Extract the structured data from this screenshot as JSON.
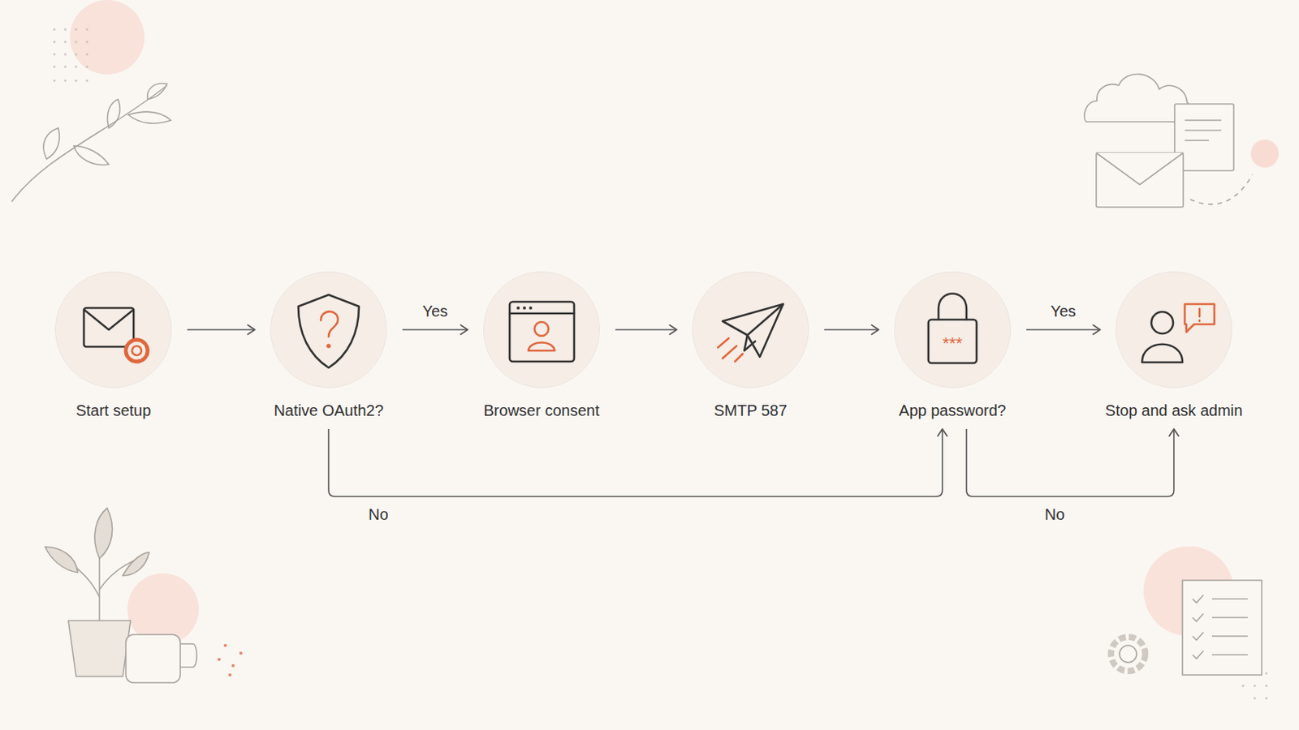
{
  "diagram": {
    "nodes": [
      {
        "text": [
          "Start setup"
        ]
      },
      {
        "text": [
          "Native OAuth2?"
        ]
      },
      {
        "text": [
          "Browser consent"
        ]
      },
      {
        "text": [
          "SMTP 587"
        ]
      },
      {
        "text": [
          "App password?"
        ]
      },
      {
        "text": [
          "Stop and ask admin"
        ]
      }
    ],
    "edges": [
      {
        "from": 0,
        "to": 1,
        "arrow": "to"
      },
      {
        "from": 1,
        "to": 2,
        "label": "Yes",
        "arrow": "to"
      },
      {
        "from": 2,
        "to": 3,
        "arrow": "to"
      },
      {
        "from": 3,
        "to": 4,
        "arrow": "to"
      },
      {
        "from": 4,
        "to": 5,
        "label": "Yes",
        "arrow": "to"
      },
      {
        "from": 1,
        "to": 4,
        "label": "No",
        "arrow": "to"
      },
      {
        "from": 4,
        "to": 5,
        "label": "No",
        "arrow": "to"
      }
    ]
  }
}
